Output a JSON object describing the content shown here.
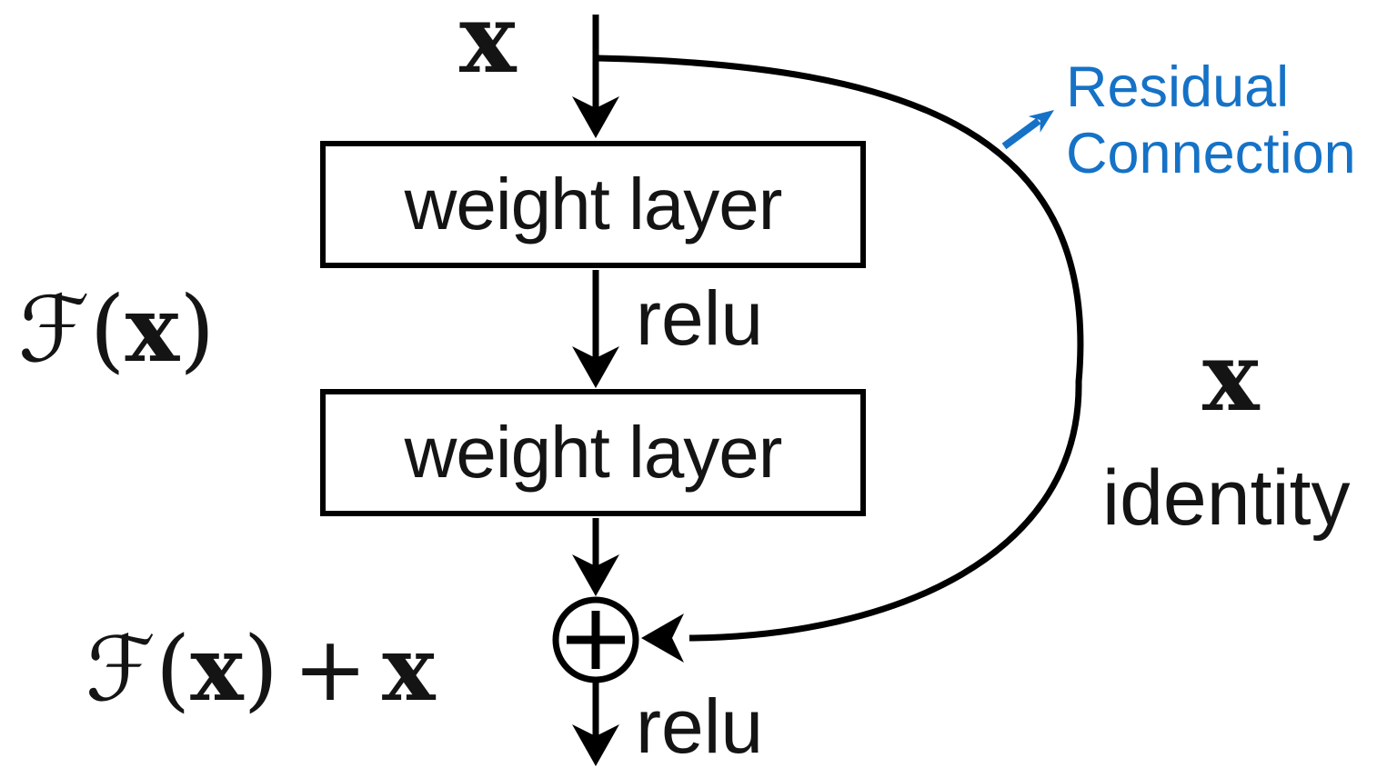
{
  "colors": {
    "line": "#000000",
    "annotation": "#1572c6",
    "bg": "#ffffff",
    "text": "#141414"
  },
  "nodes": {
    "input_label": "x",
    "weight_layer_top": "weight layer",
    "weight_layer_bottom": "weight layer",
    "relu_between": "relu",
    "relu_output": "relu",
    "identity_value": "x",
    "identity_caption": "identity"
  },
  "annotation": {
    "line1": "Residual",
    "line2": "Connection"
  },
  "math": {
    "f_of_x": {
      "func": "ℱ",
      "open": "(",
      "arg": "x",
      "close": ")"
    },
    "sum": {
      "func": "ℱ",
      "open": "(",
      "arg": "x",
      "close": ")",
      "plus": "+",
      "arg2": "x"
    }
  }
}
